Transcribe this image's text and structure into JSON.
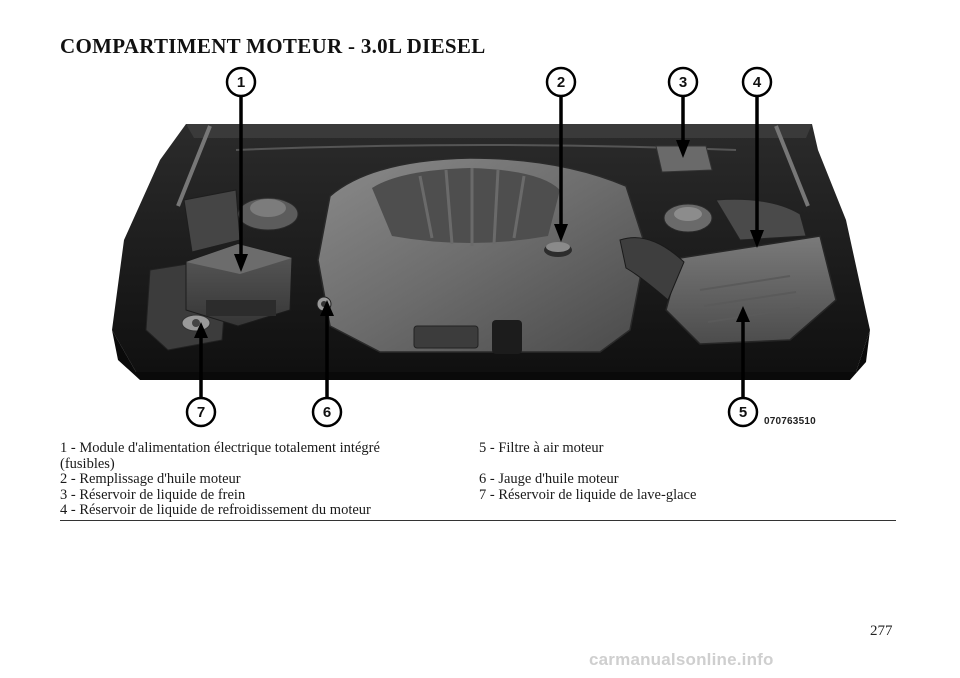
{
  "title": "COMPARTIMENT MOTEUR - 3.0L DIESEL",
  "figure": {
    "code": "070763510",
    "callouts": [
      "1",
      "2",
      "3",
      "4",
      "5",
      "6",
      "7"
    ]
  },
  "legend": {
    "left": [
      "1 - Module d'alimentation électrique totalement intégré",
      "(fusibles)",
      "2 - Remplissage d'huile moteur",
      "3 - Réservoir de liquide de frein",
      "4 - Réservoir de liquide de refroidissement du moteur"
    ],
    "right": [
      "5 - Filtre à air moteur",
      "6 - Jauge d'huile moteur",
      "7 - Réservoir de liquide de lave-glace"
    ]
  },
  "page_number": "277",
  "watermark": "carmanualsonline.info"
}
